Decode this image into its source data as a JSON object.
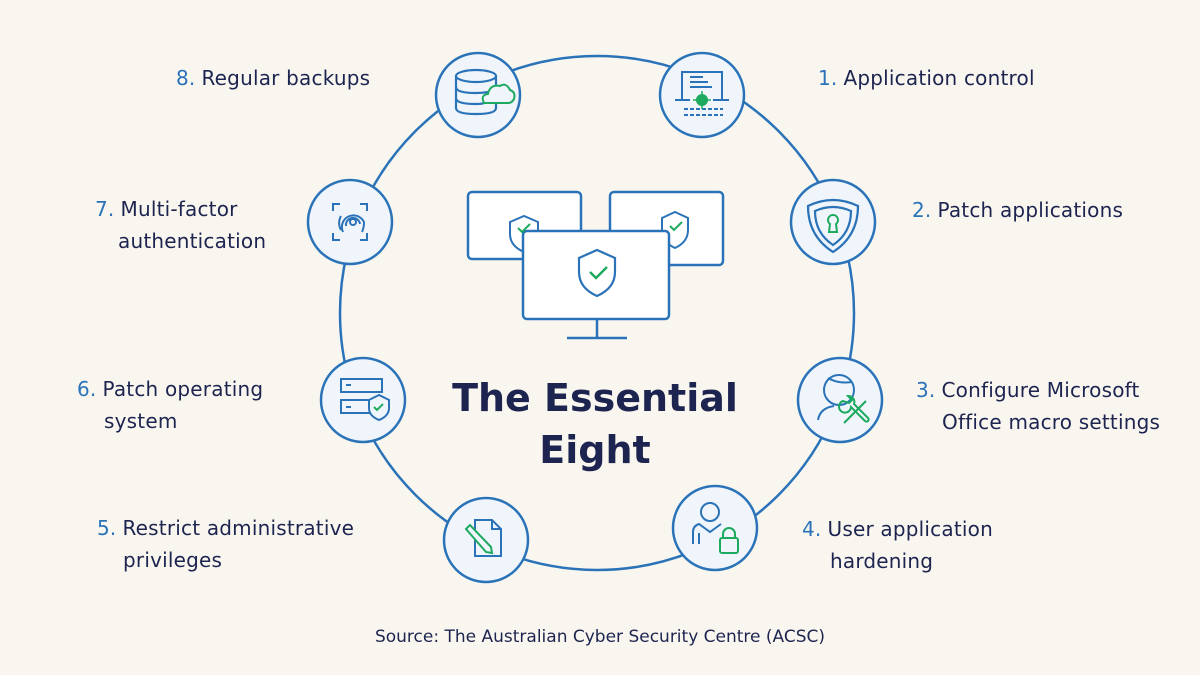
{
  "title": "The Essential Eight",
  "title_lines": [
    "The Essential",
    "Eight"
  ],
  "source": "Source: The Australian Cyber Security Centre (ACSC)",
  "colors": {
    "background": "#f9f6ef",
    "ring": "#2a73b8",
    "icon_fill": "#f0f5fb",
    "accent_green": "#1daa5f",
    "text": "#1d2450",
    "number": "#2a73b8"
  },
  "items": [
    {
      "number": "1.",
      "lines": [
        "Application control"
      ],
      "icon": "application-control-icon"
    },
    {
      "number": "2.",
      "lines": [
        "Patch applications"
      ],
      "icon": "shield-keyhole-icon"
    },
    {
      "number": "3.",
      "lines": [
        "Configure Microsoft",
        "Office macro settings"
      ],
      "icon": "user-wrench-icon"
    },
    {
      "number": "4.",
      "lines": [
        "User application",
        "hardening"
      ],
      "icon": "user-lock-icon"
    },
    {
      "number": "5.",
      "lines": [
        "Restrict administrative",
        "privileges"
      ],
      "icon": "document-pencil-icon"
    },
    {
      "number": "6.",
      "lines": [
        "Patch operating",
        "system"
      ],
      "icon": "server-shield-icon"
    },
    {
      "number": "7.",
      "lines": [
        "Multi-factor",
        "authentication"
      ],
      "icon": "fingerprint-scan-icon"
    },
    {
      "number": "8.",
      "lines": [
        "Regular backups"
      ],
      "icon": "database-cloud-icon"
    }
  ],
  "center_graphic": "monitors-shield-check-icon"
}
